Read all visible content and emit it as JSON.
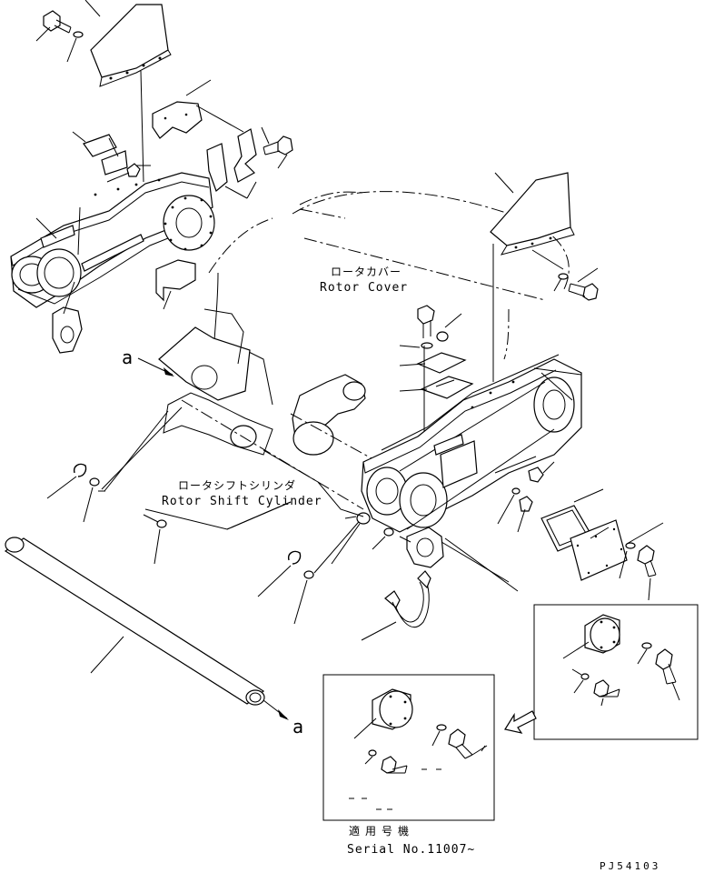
{
  "labels": {
    "rotor_cover_jp": "ロータカバー",
    "rotor_cover_en": "Rotor Cover",
    "rotor_shift_jp": "ロータシフトシリンダ",
    "rotor_shift_en": "Rotor Shift Cylinder",
    "view_marker_1": "a",
    "view_marker_2": "a",
    "serial_jp": "適用号機",
    "serial_en": "Serial No.11007~",
    "drawing_code": "PJ54103"
  }
}
